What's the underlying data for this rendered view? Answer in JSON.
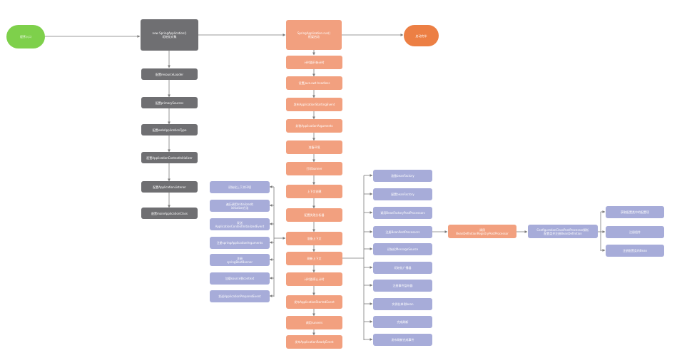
{
  "diagram": {
    "start": "程序入口",
    "gray_main": "new SpringApplication()\n初始化对象",
    "gray_steps": [
      "配置resourceLoader",
      "配置primarySources",
      "配置webApplicationType",
      "配置ApplicationContextInitializer",
      "配置ApplicationListener",
      "配置mainApplicationClass"
    ],
    "orange_main": "SpringApplication.run()\n框架启动",
    "end": "启动完毕",
    "orange_steps": [
      "计时器开始计时",
      "设置java.awt.headless",
      "发布ApplicationStartingEvent",
      "封装ApplicationArguments",
      "准备环境",
      "打印banner",
      "上下文创建",
      "配置失败分析器",
      "准备上下文",
      "刷新上下文",
      "计时器停止计时",
      "发布ApplicationStartedEvent",
      "调用runners",
      "发布ApplicationReadyEvent"
    ],
    "left_steps": [
      "初始化上下文环境",
      "遍历调用Initializer的\ninitialize方法",
      "发送\nApplicationContextInitializedEvent",
      "注册springApplicationArguments",
      "注册\nspringBootBanner",
      "加载source到context",
      "发送ApplicationPreparedEvent"
    ],
    "right_steps": [
      "准备beanFactory",
      "配置beanFactory",
      "调用BeanFactoryPostProcessors",
      "注册BeanPostProcessors",
      "初始化MessageSource",
      "初始化广播器",
      "注册事件监听器",
      "实例化单例bean",
      "完成刷新",
      "发布刷新完成事件"
    ],
    "post_step1": "调用\nBeanDefinitionRegistryPostProcessor",
    "post_step2": "ConfigurationClassPostProcessor解析\n配置类并注册BeanDefinition",
    "far_steps": [
      "获取配置类中的配置项",
      "注册组件",
      "注册配置类的Bean"
    ],
    "colors": {
      "gray": "#6f6f72",
      "orange": "#f2a07f",
      "blue": "#a7acd9",
      "green": "#7ed04b",
      "dark_orange": "#ec7f44",
      "line": "#7a7a7a"
    }
  }
}
